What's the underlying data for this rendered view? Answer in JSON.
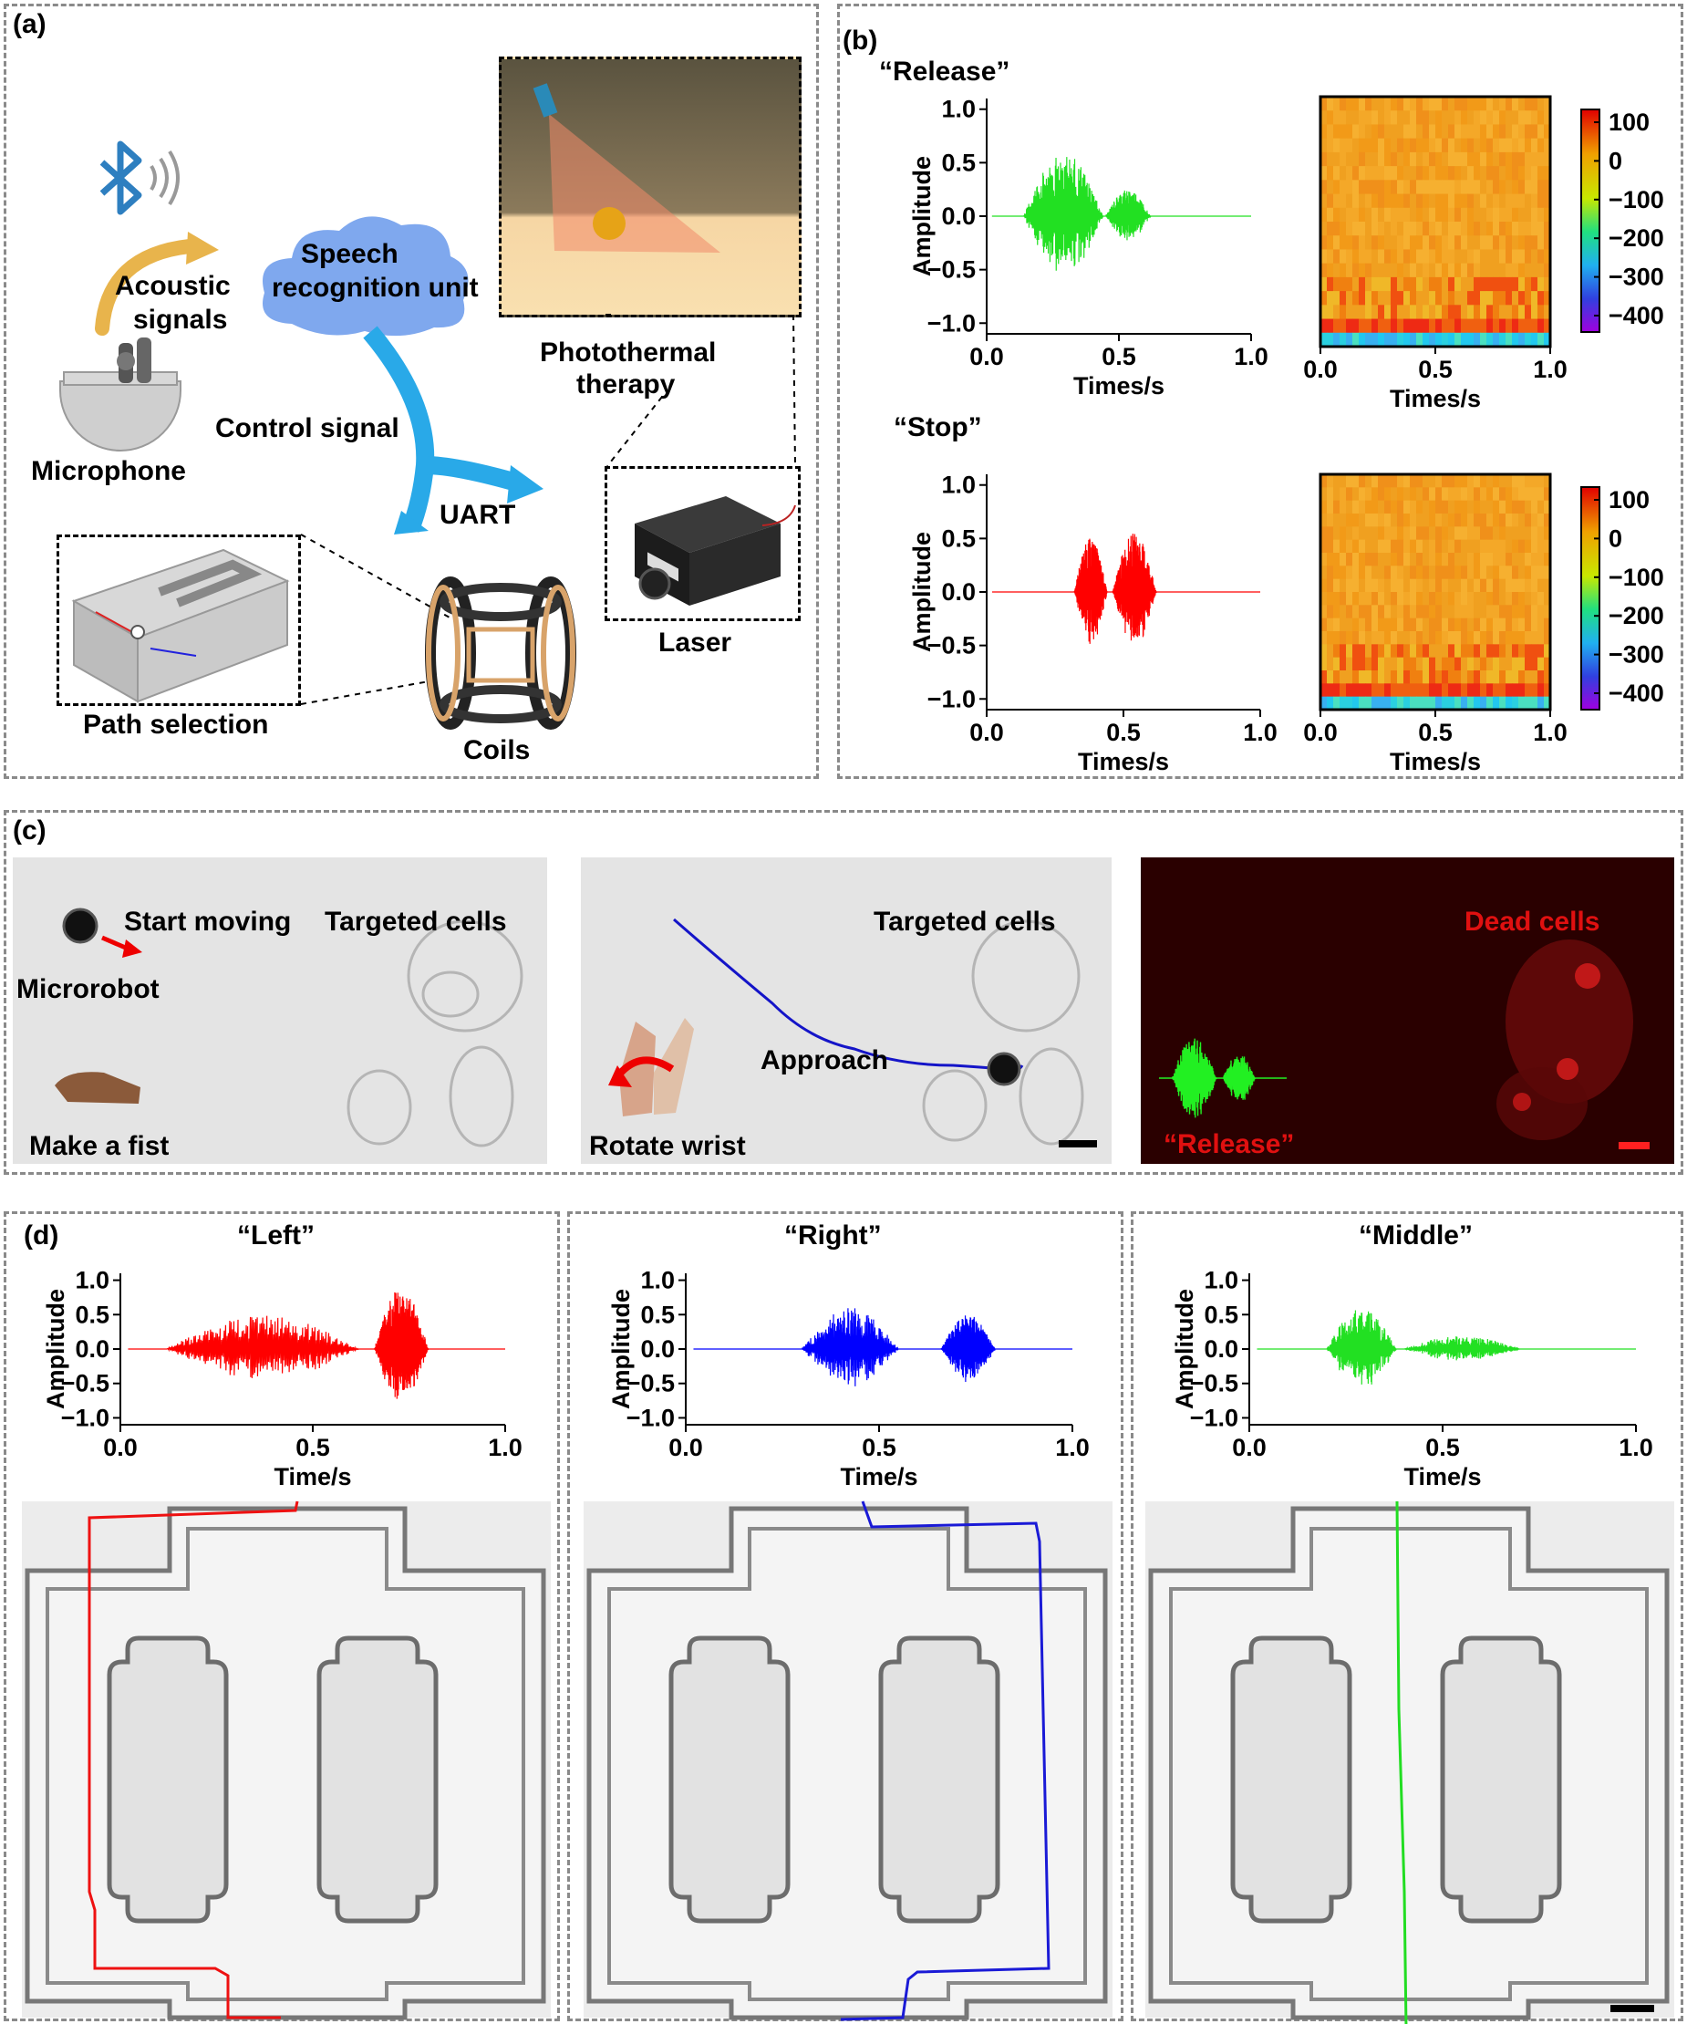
{
  "panels": {
    "a": {
      "label": "(a)",
      "acoustic_signals": [
        "Acoustic",
        "signals"
      ],
      "speech_unit": [
        "Speech",
        "recognition unit"
      ],
      "control_signal": "Control signal",
      "uart": "UART",
      "microphone": "Microphone",
      "photothermal": [
        "Photothermal",
        "therapy"
      ],
      "laser": "Laser",
      "path_selection": "Path selection",
      "coils": "Coils",
      "colors": {
        "bluetooth": "#2e7fc0",
        "cloud": "#7fa8ee",
        "arrow": "#29a9e8",
        "arrow_yellow": "#e8b44c"
      }
    },
    "b": {
      "label": "(b)",
      "release_title": "“Release”",
      "stop_title": "“Stop”",
      "ylabel": "Amplitude",
      "xlabel": "Times/s",
      "colorbar_ticks": [
        "100",
        "0",
        "−100",
        "−200",
        "−300",
        "−400"
      ]
    },
    "c": {
      "label": "(c)",
      "start_moving": "Start moving",
      "targeted_cells_1": "Targeted cells",
      "microrobot": "Microrobot",
      "make_fist": "Make a fist",
      "targeted_cells_2": "Targeted cells",
      "approach": "Approach",
      "rotate_wrist": "Rotate wrist",
      "dead_cells": "Dead cells",
      "release_word": "“Release”"
    },
    "d": {
      "label": "(d)",
      "ylabel": "Amplitude",
      "xlabel": "Time/s",
      "plots": [
        {
          "title": "“Left”",
          "color": "#ff0000"
        },
        {
          "title": "“Right”",
          "color": "#0000ff"
        },
        {
          "title": "“Middle”",
          "color": "#22e022"
        }
      ]
    }
  },
  "chart_data": [
    {
      "type": "line",
      "title": "“Release”",
      "xlabel": "Times/s",
      "ylabel": "Amplitude",
      "xlim": [
        0,
        1
      ],
      "ylim": [
        -1.1,
        1.1
      ],
      "xticks": [
        "0.0",
        "0.5",
        "1.0"
      ],
      "yticks": [
        "1.0",
        "0.5",
        "0.0",
        "−0.5",
        "−1.0"
      ],
      "series": [
        {
          "color": "#22e022",
          "bursts": [
            {
              "start": 0.14,
              "end": 0.44,
              "amplitude": 0.6
            },
            {
              "start": 0.45,
              "end": 0.62,
              "amplitude": 0.25
            }
          ]
        }
      ]
    },
    {
      "type": "heatmap",
      "title": "“Release”",
      "xlabel": "Times/s",
      "xlim": [
        0,
        1
      ],
      "xticks": [
        "0.0",
        "0.5",
        "1.0"
      ],
      "colorbar": [
        100,
        0,
        -100,
        -200,
        -300,
        -400
      ]
    },
    {
      "type": "line",
      "title": "“Stop”",
      "xlabel": "Times/s",
      "ylabel": "Amplitude",
      "xlim": [
        0,
        1
      ],
      "ylim": [
        -1.1,
        1.1
      ],
      "xticks": [
        "0.0",
        "0.5",
        "1.0"
      ],
      "yticks": [
        "1.0",
        "0.5",
        "0.0",
        "−0.5",
        "−1.0"
      ],
      "series": [
        {
          "color": "#ff0000",
          "bursts": [
            {
              "start": 0.32,
              "end": 0.44,
              "amplitude": 0.5
            },
            {
              "start": 0.46,
              "end": 0.62,
              "amplitude": 0.55
            }
          ]
        }
      ]
    },
    {
      "type": "heatmap",
      "title": "“Stop”",
      "xlabel": "Times/s",
      "xlim": [
        0,
        1
      ],
      "xticks": [
        "0.0",
        "0.5",
        "1.0"
      ],
      "colorbar": [
        100,
        0,
        -100,
        -200,
        -300,
        -400
      ]
    },
    {
      "type": "line",
      "title": "“Left”",
      "xlabel": "Time/s",
      "ylabel": "Amplitude",
      "xlim": [
        0,
        1
      ],
      "ylim": [
        -1.1,
        1.1
      ],
      "xticks": [
        "0.0",
        "0.5",
        "1.0"
      ],
      "yticks": [
        "1.0",
        "0.5",
        "0.0",
        "−0.5",
        "−1.0"
      ],
      "series": [
        {
          "color": "#ff0000",
          "bursts": [
            {
              "start": 0.12,
              "end": 0.62,
              "amplitude": 0.5
            },
            {
              "start": 0.66,
              "end": 0.8,
              "amplitude": 0.9
            }
          ]
        }
      ]
    },
    {
      "type": "line",
      "title": "“Right”",
      "xlabel": "Time/s",
      "ylabel": "Amplitude",
      "xlim": [
        0,
        1
      ],
      "ylim": [
        -1.1,
        1.1
      ],
      "xticks": [
        "0.0",
        "0.5",
        "1.0"
      ],
      "yticks": [
        "1.0",
        "0.5",
        "0.0",
        "−0.5",
        "−1.0"
      ],
      "series": [
        {
          "color": "#0000ff",
          "bursts": [
            {
              "start": 0.3,
              "end": 0.55,
              "amplitude": 0.6
            },
            {
              "start": 0.66,
              "end": 0.8,
              "amplitude": 0.5
            }
          ]
        }
      ]
    },
    {
      "type": "line",
      "title": "“Middle”",
      "xlabel": "Time/s",
      "ylabel": "Amplitude",
      "xlim": [
        0,
        1
      ],
      "ylim": [
        -1.1,
        1.1
      ],
      "xticks": [
        "0.0",
        "0.5",
        "1.0"
      ],
      "yticks": [
        "1.0",
        "0.5",
        "0.0",
        "−0.5",
        "−1.0"
      ],
      "series": [
        {
          "color": "#22e022",
          "bursts": [
            {
              "start": 0.2,
              "end": 0.38,
              "amplitude": 0.6
            },
            {
              "start": 0.4,
              "end": 0.7,
              "amplitude": 0.2
            }
          ]
        }
      ]
    }
  ]
}
